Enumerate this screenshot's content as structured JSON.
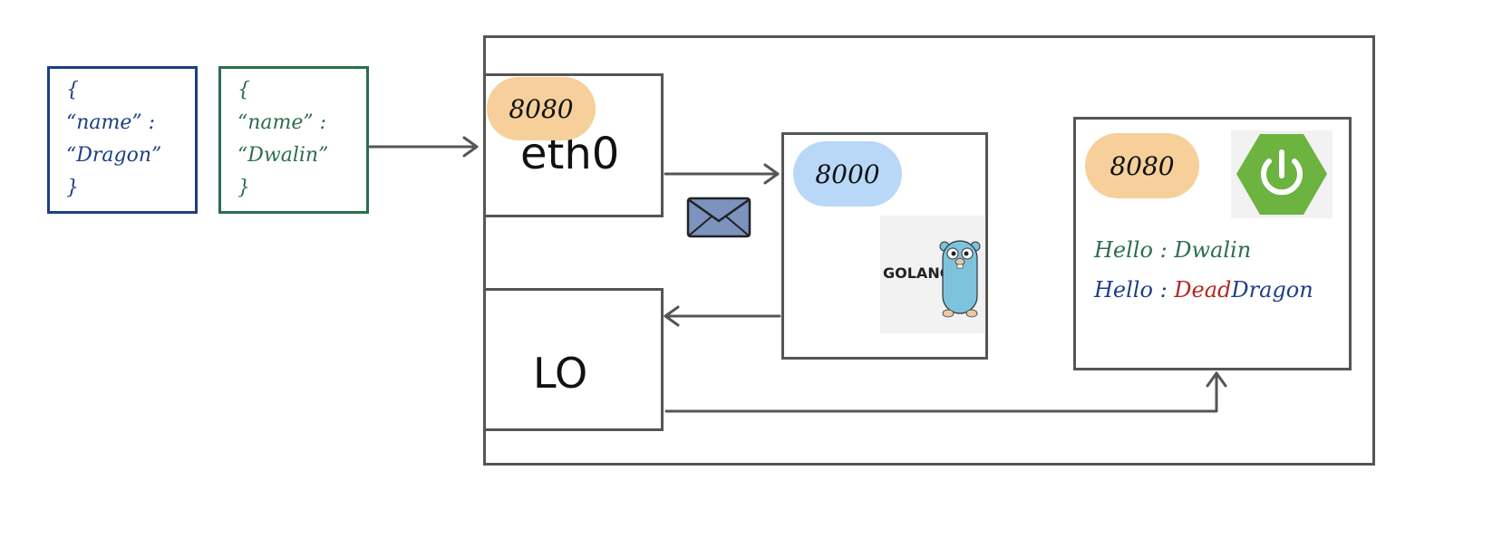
{
  "payloads": [
    {
      "open": "{",
      "key": "“name” :",
      "value": "“Dragon”",
      "close": "}",
      "color": "#1d3f85"
    },
    {
      "open": "{",
      "key": "“name” :",
      "value": "“Dwalin”",
      "close": "}",
      "color": "#2c6e4f"
    }
  ],
  "interfaces": {
    "eth0": {
      "label": "eth0",
      "port": "8080"
    },
    "lo": {
      "label": "LO"
    }
  },
  "go_service": {
    "port": "8000",
    "logo_text": "GOLANG"
  },
  "spring_service": {
    "port": "8080",
    "lines": [
      {
        "prefix": "Hello : ",
        "name": "Dwalin"
      },
      {
        "prefix": "Hello : ",
        "highlight": "Dead",
        "name": "Dragon"
      }
    ]
  },
  "colors": {
    "blue": "#1d3f85",
    "green": "#2c6e4f",
    "red": "#b3261e",
    "orange_pill": "#f6cf9a",
    "blue_pill": "#b9d8f7",
    "spring_green": "#6db33f",
    "gopher": "#7dc3dc"
  }
}
